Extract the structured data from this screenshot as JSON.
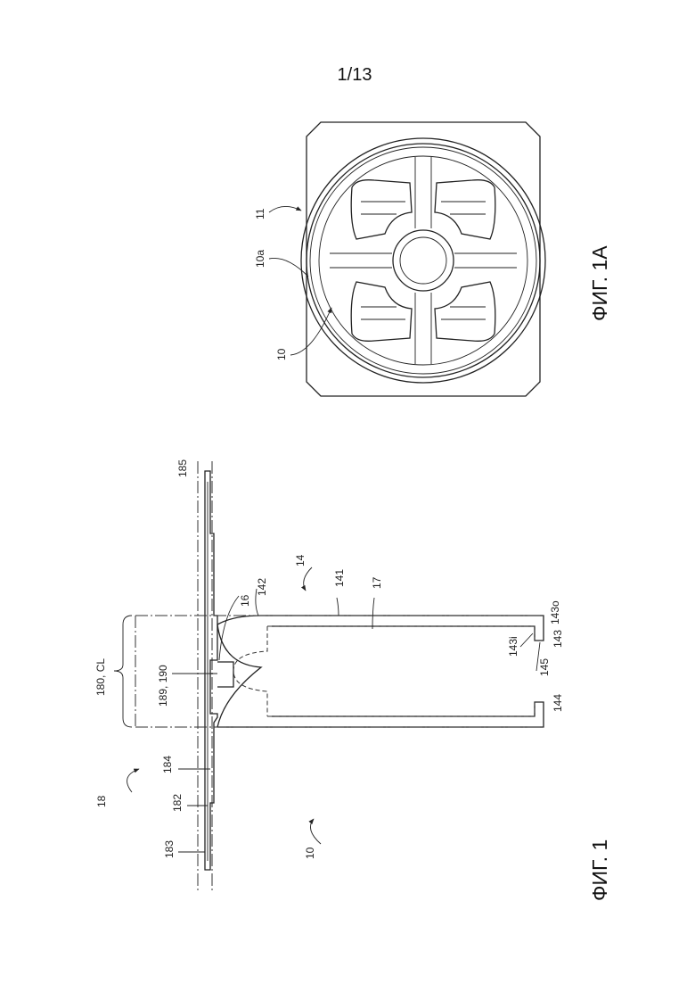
{
  "page": {
    "number": "1/13"
  },
  "figures": [
    {
      "id": "fig1",
      "caption": "ФИГ. 1",
      "reference_labels": [
        "10",
        "18",
        "183",
        "182",
        "184",
        "180, CL",
        "189, 190",
        "16",
        "142",
        "14",
        "141",
        "17",
        "143i",
        "145",
        "144",
        "143",
        "143o",
        "185"
      ]
    },
    {
      "id": "fig1a",
      "caption": "ФИГ. 1А",
      "reference_labels": [
        "11",
        "10a",
        "10"
      ]
    }
  ]
}
